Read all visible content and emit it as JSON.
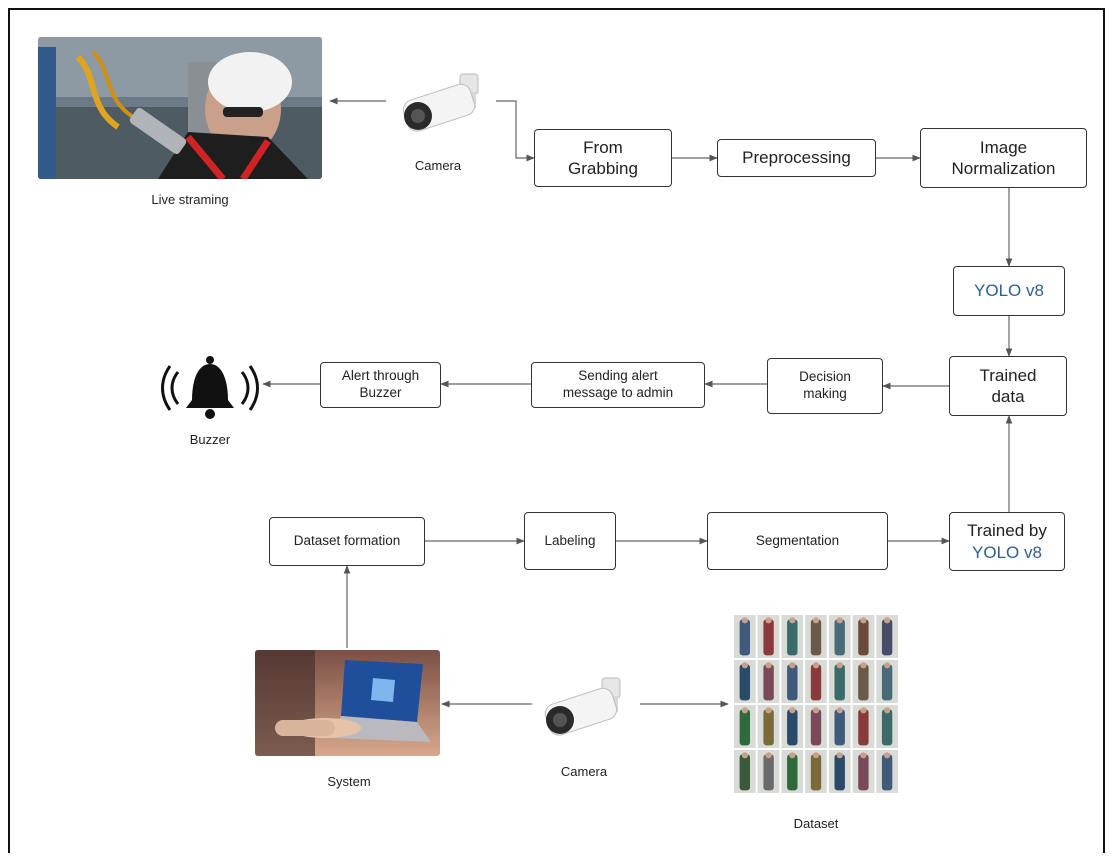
{
  "nodes": {
    "from_grabbing": [
      "From",
      "Grabbing"
    ],
    "preprocessing": "Preprocessing",
    "image_normalization": [
      "Image",
      "Normalization"
    ],
    "yolo": "YOLO v8",
    "trained_data": [
      "Trained",
      "data"
    ],
    "decision_making": [
      "Decision",
      "making"
    ],
    "sending_alert": [
      "Sending alert",
      "message to admin"
    ],
    "alert_buzzer": [
      "Alert through",
      "Buzzer"
    ],
    "dataset_formation": "Dataset formation",
    "labeling": "Labeling",
    "segmentation": "Segmentation",
    "trained_by": [
      "Trained by",
      "YOLO v8"
    ]
  },
  "captions": {
    "live_streaming": "Live straming",
    "camera_top": "Camera",
    "buzzer": "Buzzer",
    "system": "System",
    "camera_bottom": "Camera",
    "dataset": "Dataset"
  },
  "icons": {
    "live_streaming": "worker-in-helmet-photo",
    "camera_top": "bullet-camera-icon",
    "buzzer": "ringing-bell-icon",
    "system": "laptop-photo",
    "camera_bottom": "bullet-camera-icon",
    "dataset": "image-grid-thumbnail"
  },
  "colors": {
    "accent_text": "#2f5f8f",
    "border": "#333333"
  }
}
